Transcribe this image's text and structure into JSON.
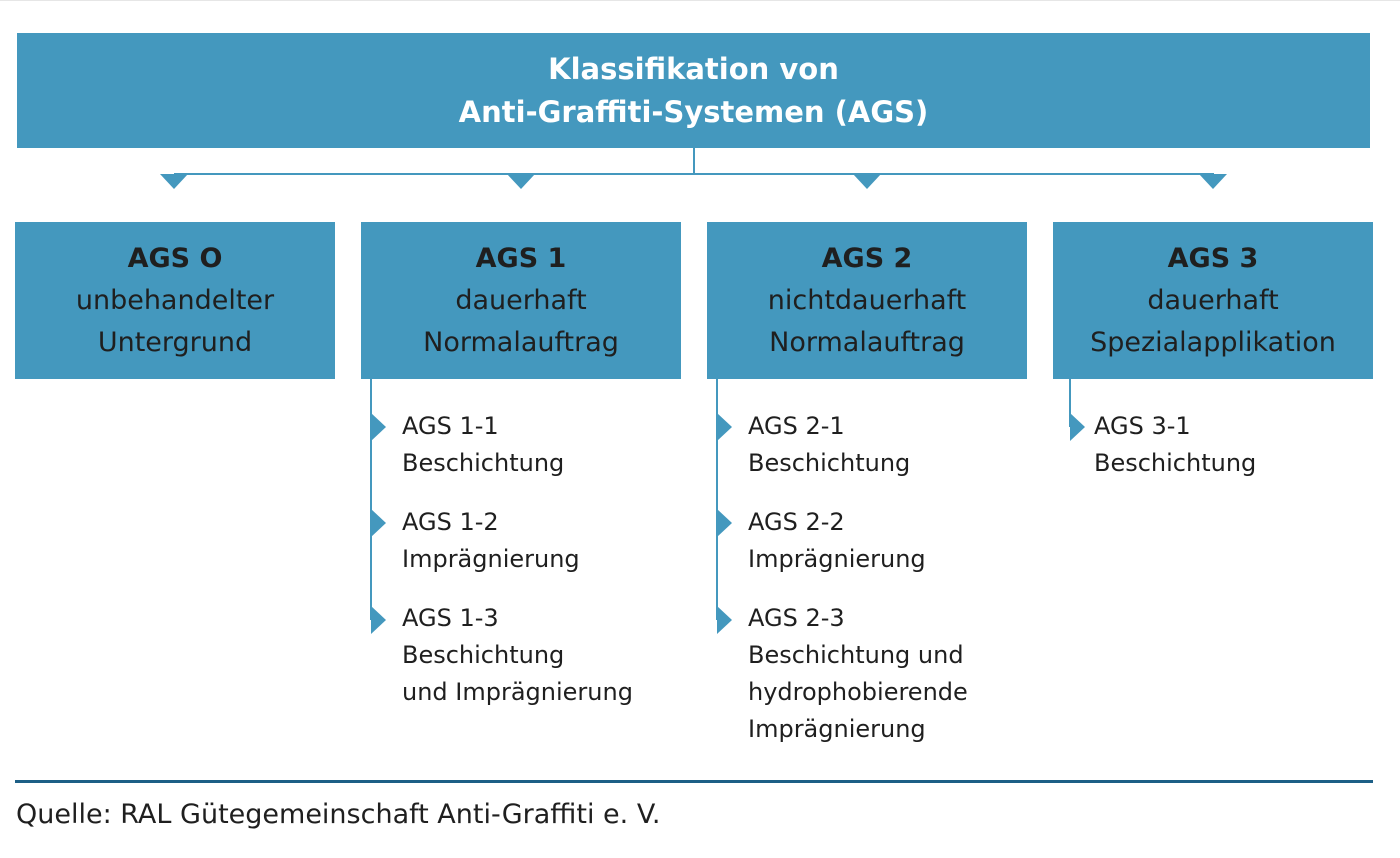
{
  "title": {
    "line1": "Klassifikation von",
    "line2": "Anti-Graffiti-Systemen (AGS)"
  },
  "categories": [
    {
      "code": "AGS O",
      "line1": "unbehandelter",
      "line2": "Untergrund",
      "subs": []
    },
    {
      "code": "AGS 1",
      "line1": "dauerhaft",
      "line2": "Normalauftrag",
      "subs": [
        {
          "code": "AGS 1-1",
          "lines": [
            "Beschichtung"
          ]
        },
        {
          "code": "AGS 1-2",
          "lines": [
            "Imprägnierung"
          ]
        },
        {
          "code": "AGS 1-3",
          "lines": [
            "Beschichtung",
            "und Imprägnierung"
          ]
        }
      ]
    },
    {
      "code": "AGS 2",
      "line1": "nichtdauerhaft",
      "line2": "Normalauftrag",
      "subs": [
        {
          "code": "AGS 2-1",
          "lines": [
            "Beschichtung"
          ]
        },
        {
          "code": "AGS 2-2",
          "lines": [
            "Imprägnierung"
          ]
        },
        {
          "code": "AGS 2-3",
          "lines": [
            "Beschichtung und",
            "hydrophobierende",
            "Imprägnierung"
          ]
        }
      ]
    },
    {
      "code": "AGS 3",
      "line1": "dauerhaft",
      "line2": "Spezialapplikation",
      "subs": [
        {
          "code": "AGS 3-1",
          "lines": [
            "Beschichtung"
          ]
        }
      ]
    }
  ],
  "source": "Quelle: RAL Gütegemeinschaft Anti-Graffiti e. V.",
  "colors": {
    "box_fill": "#4498be",
    "connector": "#4498be",
    "rule": "#1d5f86"
  }
}
